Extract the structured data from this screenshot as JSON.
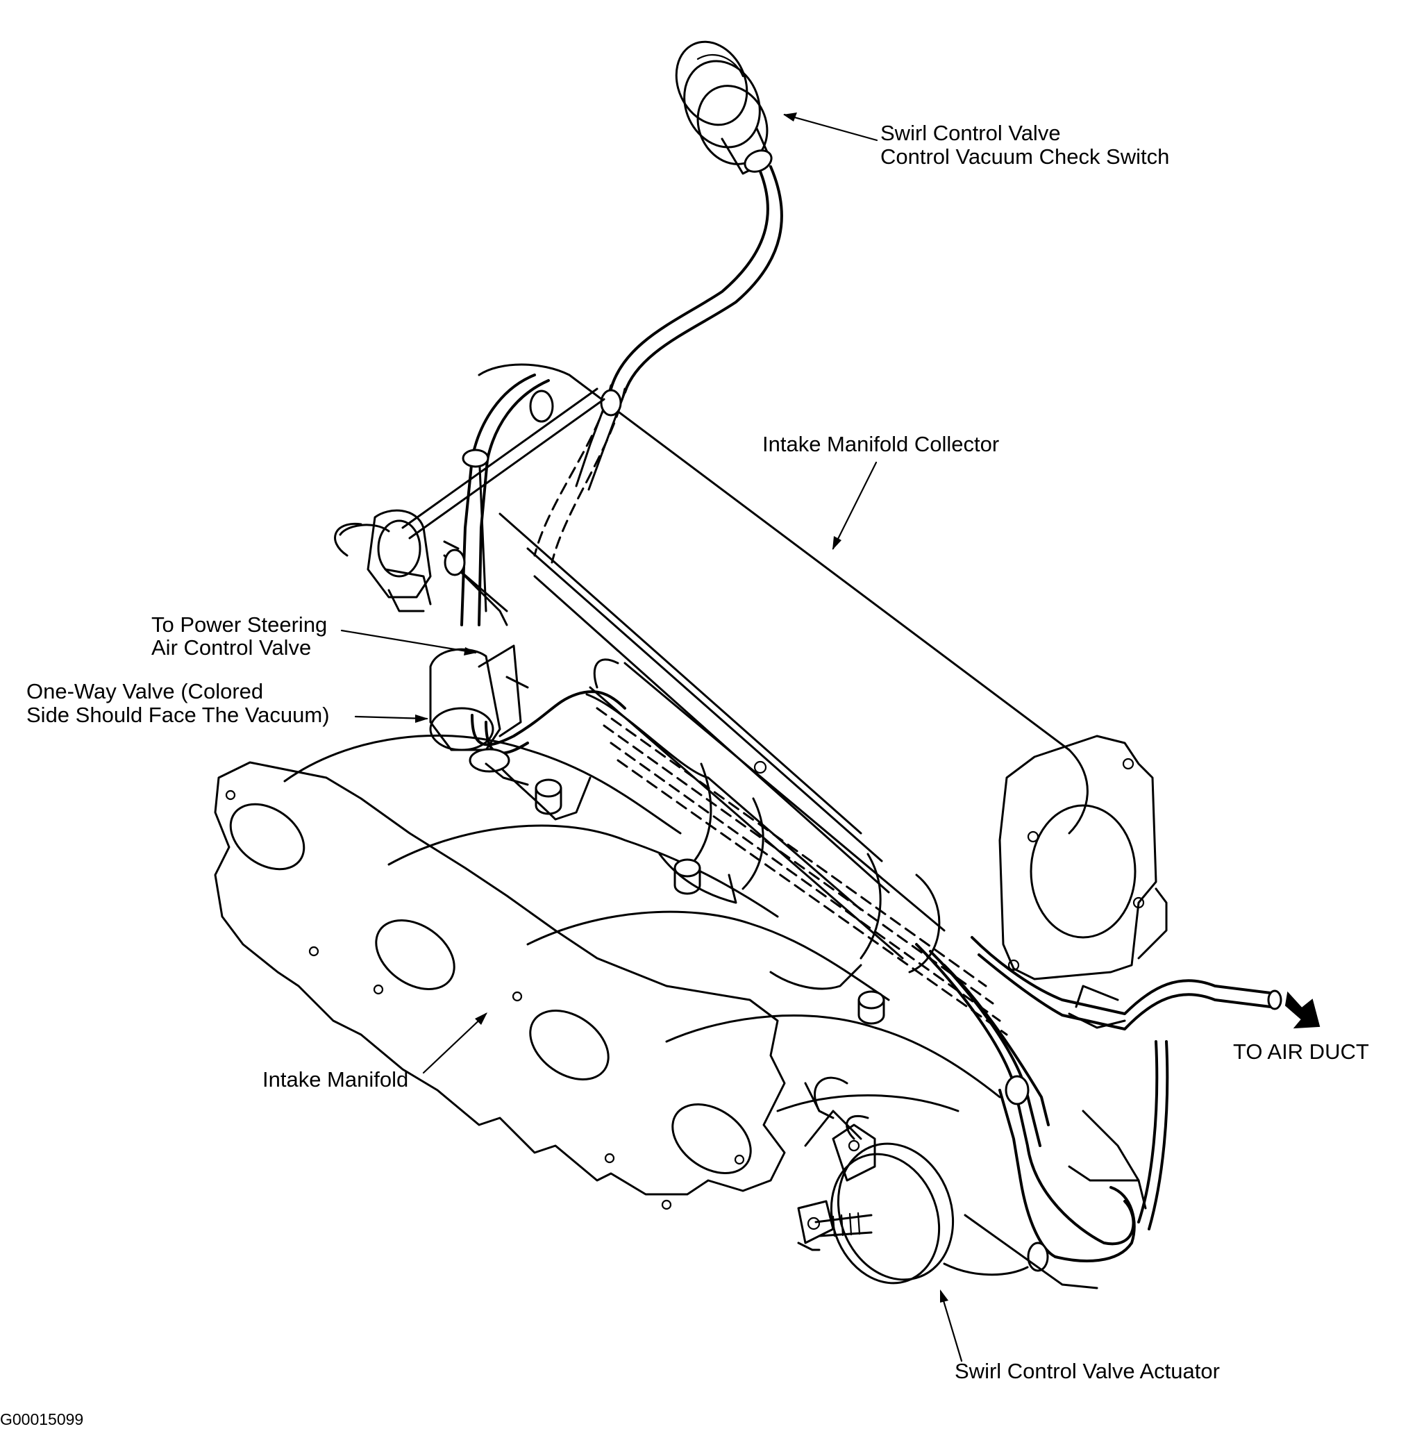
{
  "labels": {
    "check_switch_line1": "Swirl Control Valve",
    "check_switch_line2": "Control Vacuum Check Switch",
    "collector": "Intake Manifold Collector",
    "power_steering_line1": "To Power Steering",
    "power_steering_line2": "Air Control Valve",
    "one_way_line1": "One-Way Valve (Colored",
    "one_way_line2": "Side Should Face The Vacuum)",
    "air_duct": "TO AIR DUCT",
    "intake_manifold": "Intake Manifold",
    "actuator": "Swirl Control Valve Actuator",
    "figure_code": "G00015099"
  }
}
